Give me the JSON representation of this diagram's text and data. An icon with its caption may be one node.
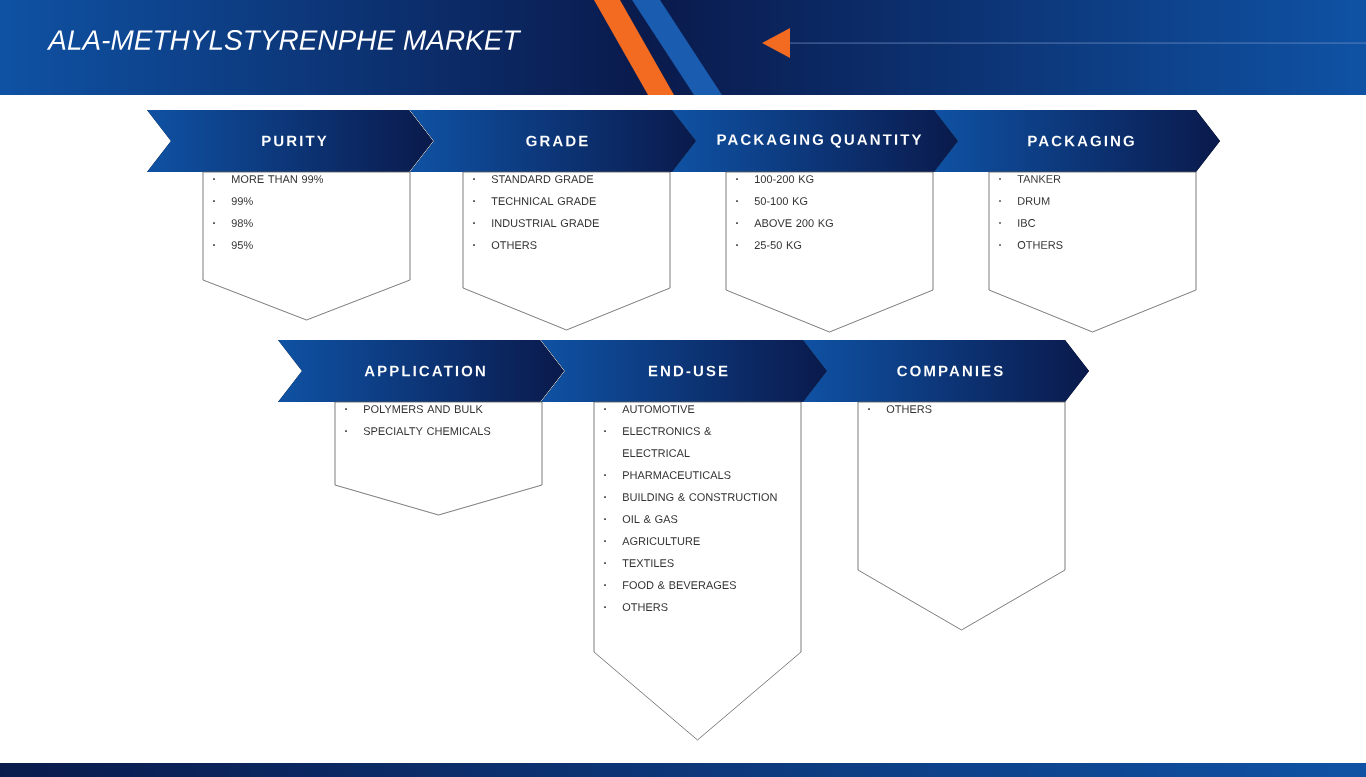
{
  "diagram": {
    "title": "ALA-METHYLSTYRENPHE MARKET",
    "nodes": [
      {
        "text": [
          "PURITY"
        ]
      },
      {
        "text": [
          "MORE THAN 99%",
          "99%",
          "98%",
          "95%"
        ]
      },
      {
        "text": [
          "GRADE"
        ]
      },
      {
        "text": [
          "STANDARD GRADE",
          "TECHNICAL GRADE",
          "INDUSTRIAL GRADE",
          "OTHERS"
        ]
      },
      {
        "text": [
          "PACKAGING QUANTITY"
        ]
      },
      {
        "text": [
          "100-200 KG",
          "50-100 KG",
          "ABOVE 200 KG",
          "25-50 KG"
        ]
      },
      {
        "text": [
          "PACKAGING"
        ]
      },
      {
        "text": [
          "TANKER",
          "DRUM",
          "IBC",
          "OTHERS"
        ]
      },
      {
        "text": [
          "APPLICATION"
        ]
      },
      {
        "text": [
          "POLYMERS AND BULK",
          "SPECIALTY CHEMICALS"
        ]
      },
      {
        "text": [
          "END-USE"
        ]
      },
      {
        "text": [
          "AUTOMOTIVE",
          "ELECTRONICS & ELECTRICAL",
          "PHARMACEUTICALS",
          "BUILDING & CONSTRUCTION",
          "OIL & GAS",
          "AGRICULTURE",
          "TEXTILES",
          "FOOD & BEVERAGES",
          "OTHERS"
        ]
      },
      {
        "text": [
          "COMPANIES"
        ]
      },
      {
        "text": [
          "OTHERS"
        ]
      }
    ]
  }
}
